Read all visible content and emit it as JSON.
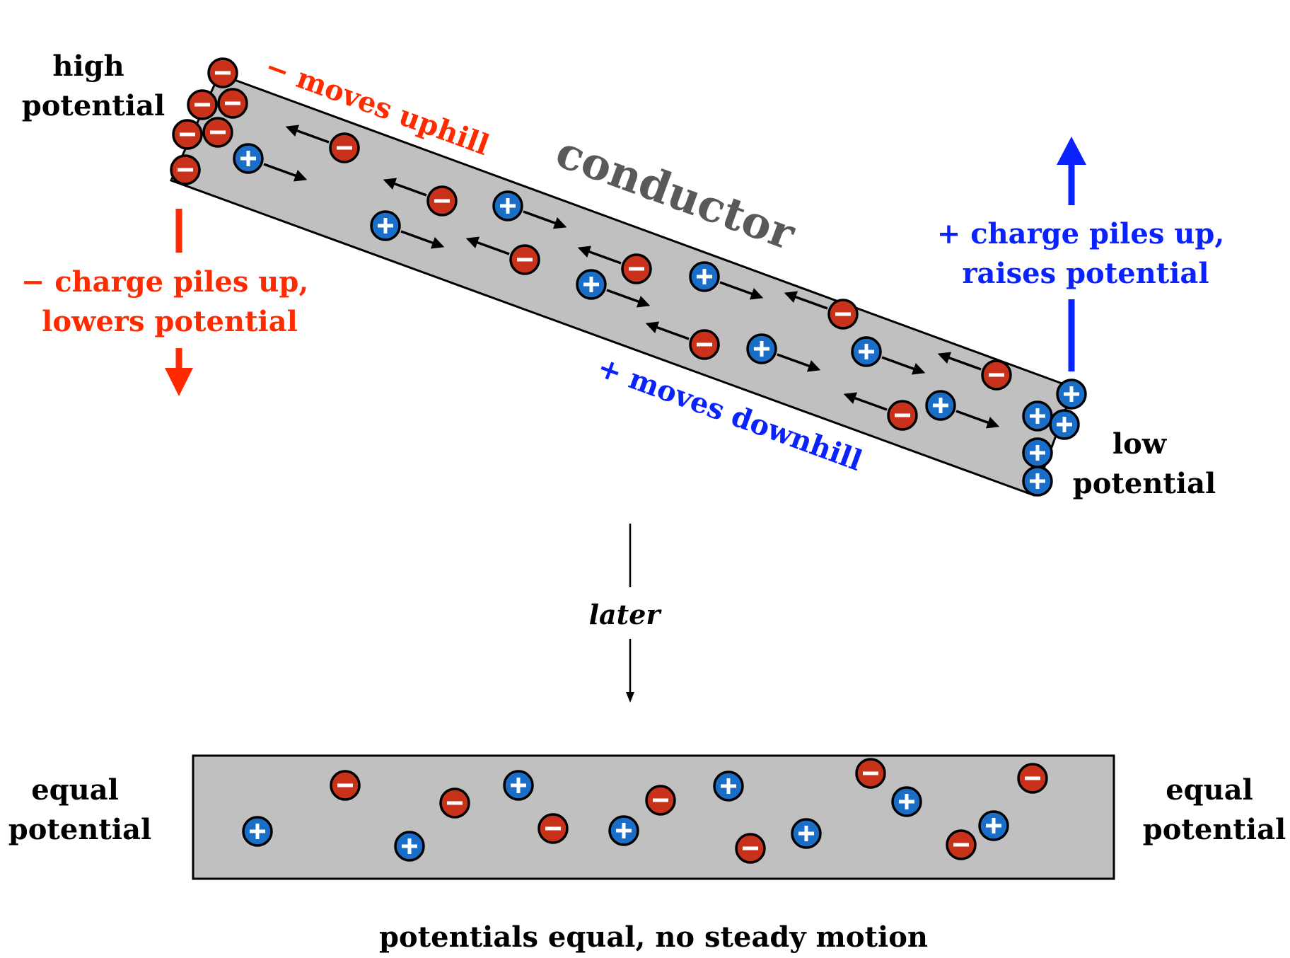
{
  "colors": {
    "conductor_fill": "#c0c0c0",
    "negative_charge": "#c8321a",
    "positive_charge": "#1a6ec8",
    "negative_label": "#ff2a00",
    "positive_label": "#0a22ff",
    "conductor_label": "#595959",
    "outline": "#000000"
  },
  "top": {
    "conductor_label": "conductor",
    "left_end_label": [
      "high",
      "potential"
    ],
    "right_end_label": [
      "low",
      "potential"
    ],
    "negative_motion_label": "− moves uphill",
    "positive_motion_label": "+ moves downhill",
    "negative_pileup_label": [
      "− charge piles up,",
      "lowers potential"
    ],
    "positive_pileup_label": [
      "+ charge piles up,",
      "raises potential"
    ]
  },
  "transition": {
    "label": "later"
  },
  "bottom": {
    "left_label": [
      "equal",
      "potential"
    ],
    "right_label": [
      "equal",
      "potential"
    ],
    "caption": "potentials equal, no steady motion"
  },
  "icons": {
    "negative_charge": "minus-circle-icon",
    "positive_charge": "plus-circle-icon",
    "motion_arrow": "arrow-icon"
  }
}
